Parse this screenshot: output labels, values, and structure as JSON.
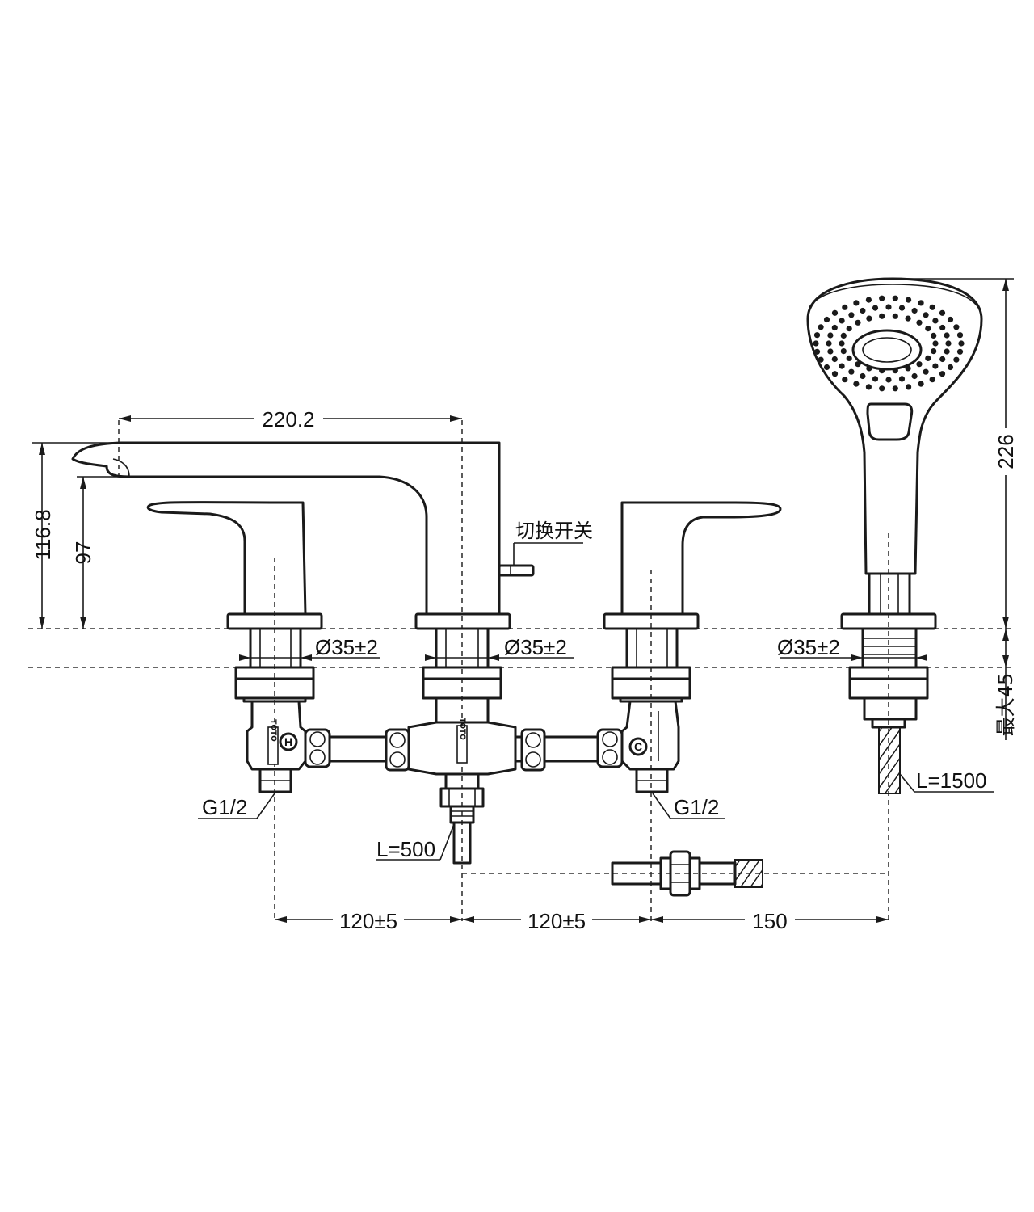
{
  "drawing": {
    "dimensions": {
      "spout_reach": "220.2",
      "spout_height": "116.8",
      "outlet_height": "97",
      "handshower_height": "226",
      "deck_thickness_max": "最大45",
      "hole_diameter_1": "Ø35±2",
      "hole_diameter_2": "Ø35±2",
      "hole_diameter_3": "Ø35±2",
      "spacing_left": "120±5",
      "spacing_right": "120±5",
      "spacing_handshower": "150"
    },
    "callouts": {
      "diverter_switch": "切换开关",
      "inlet_thread_left": "G1/2",
      "inlet_thread_right": "G1/2",
      "outlet_hose_length": "L=500",
      "shower_hose_length": "L=1500"
    },
    "markings": {
      "hot_symbol": "H",
      "cold_symbol": "C",
      "brand_left": "TOTO",
      "brand_center": "TOTO"
    }
  }
}
